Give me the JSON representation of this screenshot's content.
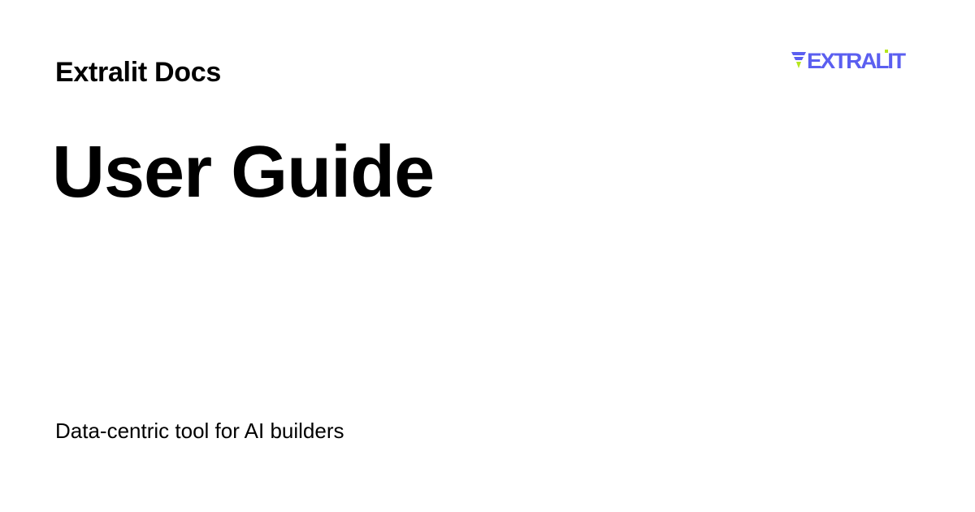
{
  "header": {
    "site_name": "Extralit Docs",
    "logo_text": "EXTRALIT"
  },
  "main": {
    "title": "User Guide",
    "description": "Data-centric tool for AI builders"
  },
  "colors": {
    "background": "#ffffff",
    "text": "#000000",
    "logo_blue": "#5b5ff0",
    "logo_accent": "#b5e61d"
  },
  "icons": {
    "logo": "extralit-logo-icon"
  }
}
